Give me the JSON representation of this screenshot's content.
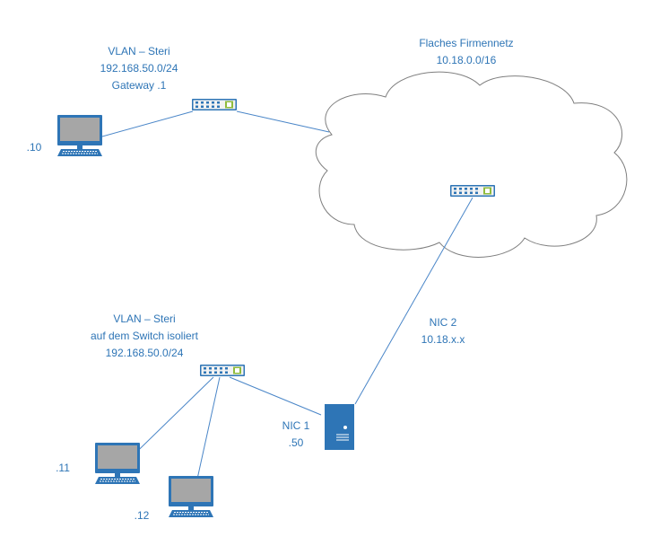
{
  "vlan_top": {
    "line1": "VLAN – Steri",
    "line2": "192.168.50.0/24",
    "line3": "Gateway .1"
  },
  "cloud": {
    "line1": "Flaches Firmennetz",
    "line2": "10.18.0.0/16"
  },
  "vlan_bottom": {
    "line1": "VLAN – Steri",
    "line2": "auf dem Switch isoliert",
    "line3": "192.168.50.0/24"
  },
  "nic2": {
    "line1": "NIC 2",
    "line2": "10.18.x.x"
  },
  "nic1": {
    "line1": "NIC 1",
    "line2": ".50"
  },
  "hosts": {
    "h10": ".10",
    "h11": ".11",
    "h12": ".12"
  },
  "colors": {
    "line": "#4a86c8",
    "device": "#2e75b6",
    "screen": "#a6a6a6",
    "cloud_stroke": "#7f7f7f",
    "text": "#2e75b6"
  },
  "icons": {
    "switch": "network-switch-icon",
    "computer": "desktop-computer-icon",
    "server": "server-tower-icon",
    "cloud": "cloud-shape"
  }
}
